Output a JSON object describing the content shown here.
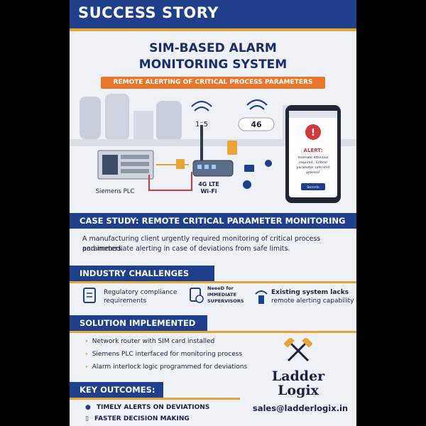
{
  "header": {
    "title": "SUCCESS STORY"
  },
  "hero": {
    "title_line1": "SIM-BASED ALARM",
    "title_line2": "MONITORING SYSTEM",
    "subtitle": "REMOTE ALERTING OF CRITICAL PROCESS PARAMETERS"
  },
  "illustration": {
    "plc_label": "Siemens PLC",
    "router_label_line1": "4G LTE",
    "router_label_line2": "Wi-Fi",
    "signal_left": "1⁻5",
    "signal_right": "46",
    "phone_alert_title": "ALERT:",
    "phone_alert_text_1": "Imemate attention",
    "phone_alert_text_2": "required.. Critical",
    "phone_alert_text_3": "parameter safe limit",
    "phone_alert_text_4": "process!",
    "phone_button": "Semnts"
  },
  "case_study": {
    "heading": "CASE STUDY:  REMOTE CRITICAL PARAMETER MONITORING",
    "line1": "A manufacturing client urgently required monitoring of critical process parameters",
    "line2": "and immediate alerting in case of deviations from safe limits."
  },
  "challenges": {
    "heading": "INDUSTRY CHALLENGES",
    "item1_line1": "Regulatory compliance",
    "item1_line2": "requirements",
    "item2_line1": "NeeeD for",
    "item2_line2": "IMMEDIATE",
    "item2_line3": "SUPERVISORS",
    "item3_line1": "Existing system lacks",
    "item3_line2": "remote alerting capability"
  },
  "solution": {
    "heading": "SOLUTION IMPLEMENTED",
    "items": [
      "Network router with SIM card installed",
      "Siemens PLC interfaced for monitoring process",
      "Alarm interlock logic programmed for deviations"
    ]
  },
  "outcomes": {
    "heading": "KEY OUTCOMES:",
    "items": [
      "TIMELY ALERTS ON DEVIATIONS",
      "FASTER DECISION MAKING"
    ]
  },
  "brand": {
    "line1": "Ladder",
    "line2": "Logix",
    "email": "sales@ladderlogix.in"
  },
  "colors": {
    "navy": "#1f3f8a",
    "orange": "#e8762b",
    "gold": "#e9a437",
    "background": "#eef1f6"
  }
}
